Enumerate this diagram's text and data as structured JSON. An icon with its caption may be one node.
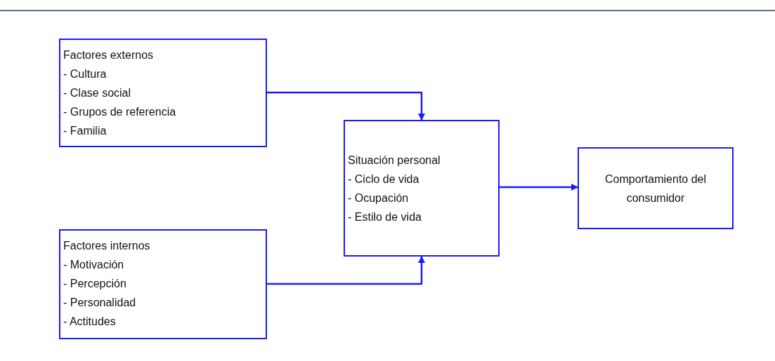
{
  "diagram": {
    "nodes": [
      {
        "text": [
          "Factores externos",
          "- Cultura",
          "- Clase social",
          "- Grupos de referencia",
          "- Familia"
        ]
      },
      {
        "text": [
          "Factores internos",
          "- Motivación",
          "- Percepción",
          "- Personalidad",
          "- Actitudes"
        ]
      },
      {
        "text": [
          "Situación personal",
          "- Ciclo de vida",
          "- Ocupación",
          "- Estilo de vida"
        ]
      },
      {
        "text": [
          "Comportamiento del consumidor"
        ]
      }
    ],
    "edges": [
      {
        "from": 0,
        "to": 2,
        "arrow": "to"
      },
      {
        "from": 1,
        "to": 2,
        "arrow": "to"
      },
      {
        "from": 2,
        "to": 3,
        "arrow": "to"
      }
    ]
  }
}
